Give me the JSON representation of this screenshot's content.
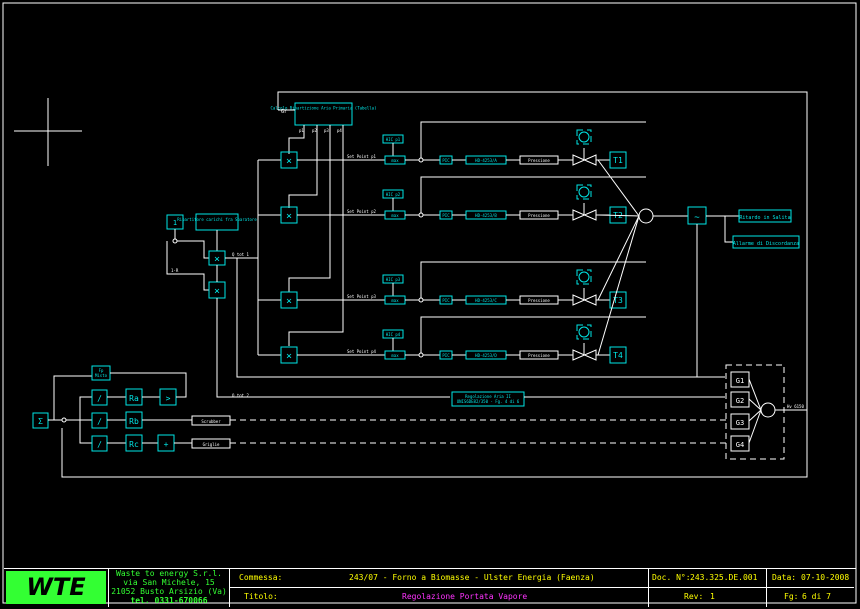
{
  "diagram": {
    "top_box": {
      "gr": "Gr",
      "label": "Calcolo Ripartizione Aria Primaria (Tabella)",
      "p1": "p1",
      "p2": "p2",
      "p3": "p3",
      "p4": "p4"
    },
    "block_1": "1",
    "block_1r": "1-R",
    "ripartitore": "Ripartitore carichi fra Sparatore",
    "q_tot_1": "Q tot 1",
    "q_tot_2": "Q tot 2",
    "rows": [
      {
        "setpoint": "Set Point p1",
        "hic": "HIC p1",
        "max": "max",
        "id": "HD-4253/A",
        "pressione": "Pressione",
        "valve_lbl": "PIC",
        "t": "T1"
      },
      {
        "setpoint": "Set Point p2",
        "hic": "HIC p2",
        "max": "max",
        "id": "HD-4253/B",
        "pressione": "Pressione",
        "valve_lbl": "PIC",
        "t": "T2"
      },
      {
        "setpoint": "Set Point p3",
        "hic": "HIC p3",
        "max": "max",
        "id": "HD-4253/C",
        "pressione": "Pressione",
        "valve_lbl": "PIC",
        "t": "T3"
      },
      {
        "setpoint": "Set Point p4",
        "hic": "HIC p4",
        "max": "max",
        "id": "HD-4253/D",
        "pressione": "Pressione",
        "valve_lbl": "PIC",
        "t": "T4"
      }
    ],
    "ritardo": "Ritardo in Salita",
    "allarme": "Allarme di Discordanza",
    "regolazione_aria": "Regolazione Aria II UNIS6DE82/350-Fg. 4 di 6",
    "left_blocks": {
      "fp": "Fp Misto",
      "ra": "Ra",
      "rb": "Rb",
      "rc": "Rc",
      "scrubber": "Scrubber",
      "griglie": "Griglie",
      "sum": "Σ"
    },
    "g_blocks": [
      "G1",
      "G2",
      "G3",
      "G4"
    ],
    "hv_label": "Hv 6150"
  },
  "title_block": {
    "logo": "WTE",
    "company": [
      "Waste to energy S.r.l.",
      "via San Michele, 15",
      "21052 Busto Arsizio (Va)",
      "tel. 0331-670066"
    ],
    "commessa_label": "Commessa:",
    "commessa_value": "243/07 - Forno a Biomasse - Ulster Energia (Faenza)",
    "titolo_label": "Titolo:",
    "titolo_value": "Regolazione Portata Vapore",
    "doc_label": "Doc. N°:",
    "doc_value": "243.325.DE.001",
    "data_label": "Data:",
    "data_value": "07-10-2008",
    "rev_label": "Rev:",
    "rev_value": "1",
    "fg_label": "Fg:",
    "fg_value": "6 di 7"
  },
  "colors": {
    "background": "#000000",
    "lines": "#ffffff",
    "blocks": "#00e6e6",
    "title": "#ffff00",
    "subtitle": "#ff33ff",
    "logo": "#33ff33"
  }
}
